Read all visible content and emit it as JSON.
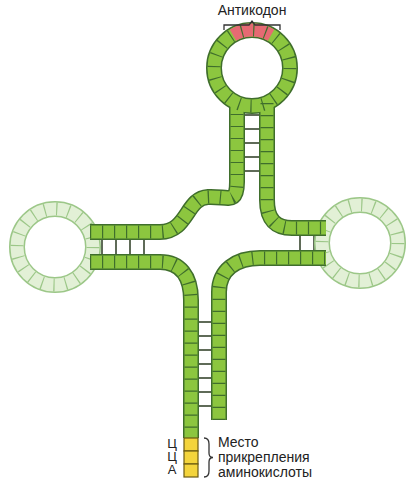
{
  "diagram": {
    "labels": [
      "Антикодон",
      "Ц",
      "Ц",
      "А",
      "Место прикрепления аминокислоты"
    ]
  }
}
